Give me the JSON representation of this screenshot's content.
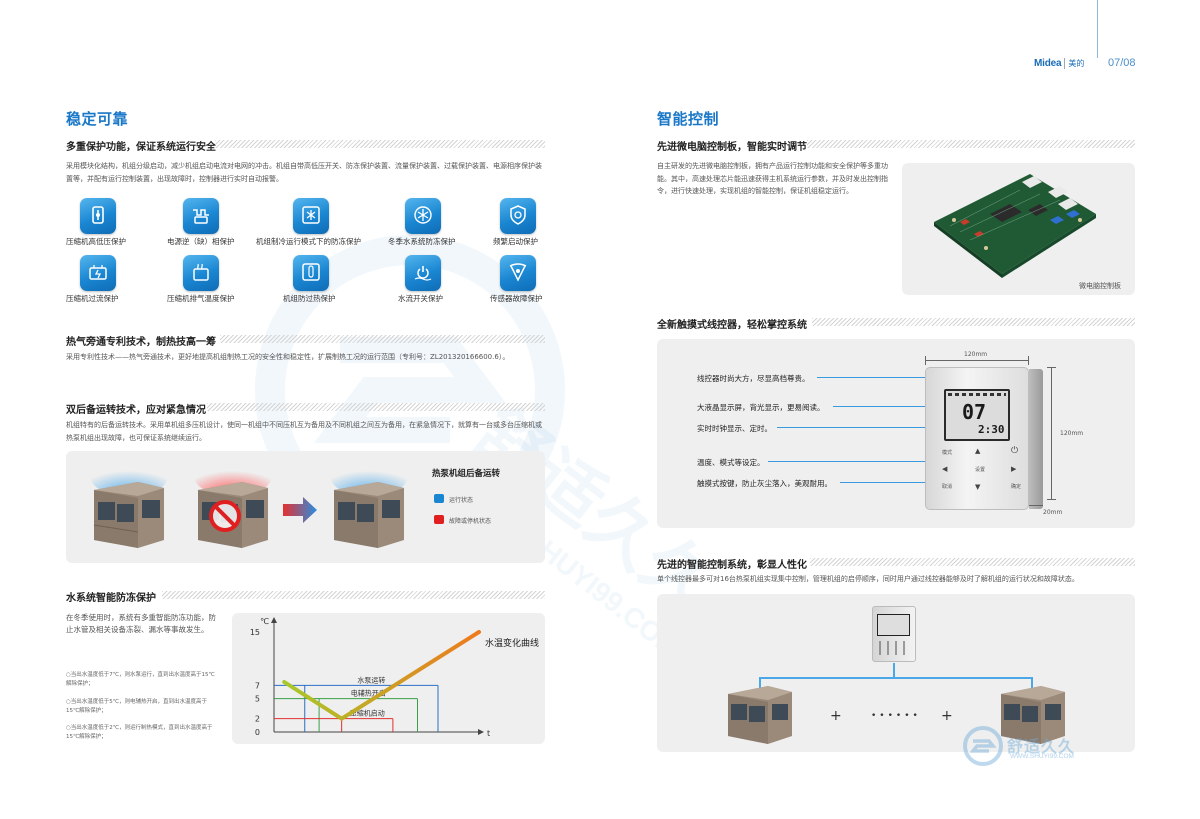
{
  "header": {
    "brand": "Midea",
    "brand_cn": "美的",
    "page": "07/08"
  },
  "left": {
    "title": "稳定可靠",
    "s1": {
      "title": "多重保护功能，保证系统运行安全",
      "text": "采用模块化结构，机组分级启动，减少机组启动电流对电网的冲击。机组自带高低压开关、防冻保护装置、流量保护装置、过载保护装置、电源相序保护装置等，并配有运行控制装置，出现故障时，控制器进行实时自动报警。",
      "icons": [
        {
          "label": "压缩机高低压保护",
          "icon": "pressure-switch-icon"
        },
        {
          "label": "电源逆（缺）相保护",
          "icon": "power-phase-icon"
        },
        {
          "label": "机组制冷运行模式下的防冻保护",
          "icon": "cooling-antifreeze-icon"
        },
        {
          "label": "冬季水系统防冻保护",
          "icon": "snowflake-icon"
        },
        {
          "label": "频繁启动保护",
          "icon": "shield-icon"
        },
        {
          "label": "压缩机过流保护",
          "icon": "overcurrent-icon"
        },
        {
          "label": "压缩机排气温度保护",
          "icon": "exhaust-temp-icon"
        },
        {
          "label": "机组防过热保护",
          "icon": "overheat-icon"
        },
        {
          "label": "水流开关保护",
          "icon": "water-flow-icon"
        },
        {
          "label": "传感器故障保护",
          "icon": "sensor-icon"
        }
      ]
    },
    "s2": {
      "title": "热气旁通专利技术，制热技高一筹",
      "text": "采用专利性技术——热气旁通技术，更好地提高机组制热工况的安全性和稳定性，扩展制热工况的运行范围（专利号：ZL201320166600.6）。"
    },
    "s3": {
      "title": "双后备运转技术，应对紧急情况",
      "text": "机组特有的后备运转技术。采用单机组多压机设计，使同一机组中不同压机互为备用及不同机组之间互为备用，在紧急情况下，就算有一台或多台压缩机或热泵机组出现故障，也可保证系统继续运行。",
      "diagram_title": "热泵机组后备运转",
      "legend_running": "运行状态",
      "legend_fault": "故障或停机状态",
      "color_running": "#1a86d2",
      "color_fault": "#e02020"
    },
    "s4": {
      "title": "水系统智能防冻保护",
      "text": "在冬季使用时，系统有多重智能防冻功能，防止水管及相关设备冻裂、漏水等事故发生。",
      "notes": [
        "○当出水温度低于7℃，则水泵运行，直到出水温度高于15℃解除保护；",
        "○当出水温度低于5℃，则电辅热开启，直到出水温度高于15℃解除保护；",
        "○当出水温度低于2℃，则运行制热模式，直到出水温度高于15℃解除保护；"
      ]
    }
  },
  "chart_data": {
    "type": "line",
    "title": "",
    "xlabel": "t",
    "ylabel": "℃",
    "yticks": [
      0,
      2,
      5,
      7,
      15
    ],
    "ylim": [
      0,
      15
    ],
    "xlim": [
      0,
      10
    ],
    "series": [
      {
        "name": "水温变化曲线",
        "x": [
          0.5,
          3.3,
          10
        ],
        "y": [
          7.5,
          2,
          15
        ]
      }
    ],
    "zones": [
      {
        "name": "水泵运转",
        "threshold": 7,
        "x_start": 1.5,
        "x_end": 8.0
      },
      {
        "name": "电辅热开启",
        "threshold": 5,
        "x_start": 2.2,
        "x_end": 7.0
      },
      {
        "name": "压缩机启动",
        "threshold": 2,
        "x_start": 3.3,
        "x_end": 5.8
      }
    ],
    "colors": {
      "curve_start": "#a8c82a",
      "curve_end": "#ee7a1e",
      "pump": "#2b6fc4",
      "heater": "#3aa04a",
      "compressor": "#e03030"
    }
  },
  "right": {
    "title": "智能控制",
    "s1": {
      "title": "先进微电脑控制板，智能实时调节",
      "text": "自主研发的先进微电脑控制板，拥有产品运行控制功能和安全保护等多重功能。其中，高速处理芯片能迅速获得主机系统运行参数，并及时发出控制指令，进行快速处理，实现机组的智能控制，保证机组稳定运行。",
      "caption": "微电脑控制板"
    },
    "s2": {
      "title": "全新触摸式线控器，轻松掌控系统",
      "features": [
        "线控器时尚大方，尽显高档尊贵。",
        "大液晶显示屏，背光显示，更易阅读。",
        "实时时钟显示、定时。",
        "温度、模式等设定。",
        "触摸式按键，防止灰尘落入，美观耐用。"
      ],
      "dim_width": "120mm",
      "dim_height": "120mm",
      "dim_depth": "20mm",
      "lcd_temp": "07",
      "lcd_time": "2:30",
      "btn_labels": {
        "cancel": "取消",
        "confirm": "确定",
        "set": "设置",
        "mode": "模式"
      }
    },
    "s3": {
      "title": "先进的智能控制系统，彰显人性化",
      "text": "单个线控器最多可对16台热泵机组实现集中控制，管理机组的启停顺序，同时用户通过线控器能够及时了解机组的运行状况和故障状态。",
      "plus": "+",
      "dots": "••••••"
    }
  },
  "watermark": {
    "cn": "舒适久久",
    "url": "WWW.SHUYI99.COM",
    "corner_cn": "舒适久久",
    "corner_url": "WWW.SHUYI99.COM"
  }
}
